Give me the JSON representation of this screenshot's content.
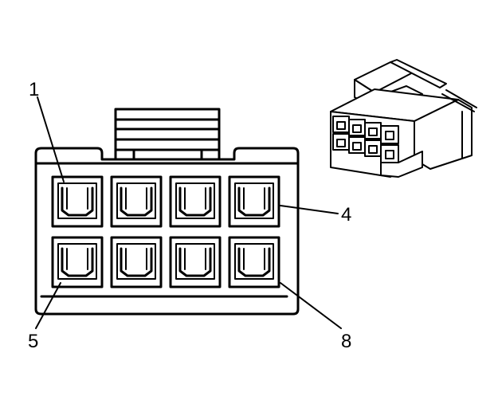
{
  "diagram": {
    "callouts": [
      {
        "id": "pin-1",
        "label": "1"
      },
      {
        "id": "pin-4",
        "label": "4"
      },
      {
        "id": "pin-5",
        "label": "5"
      },
      {
        "id": "pin-8",
        "label": "8"
      }
    ],
    "face_view": {
      "rows": 2,
      "columns": 4
    },
    "colors": {
      "line": "#000000",
      "fill": "#ffffff"
    }
  }
}
